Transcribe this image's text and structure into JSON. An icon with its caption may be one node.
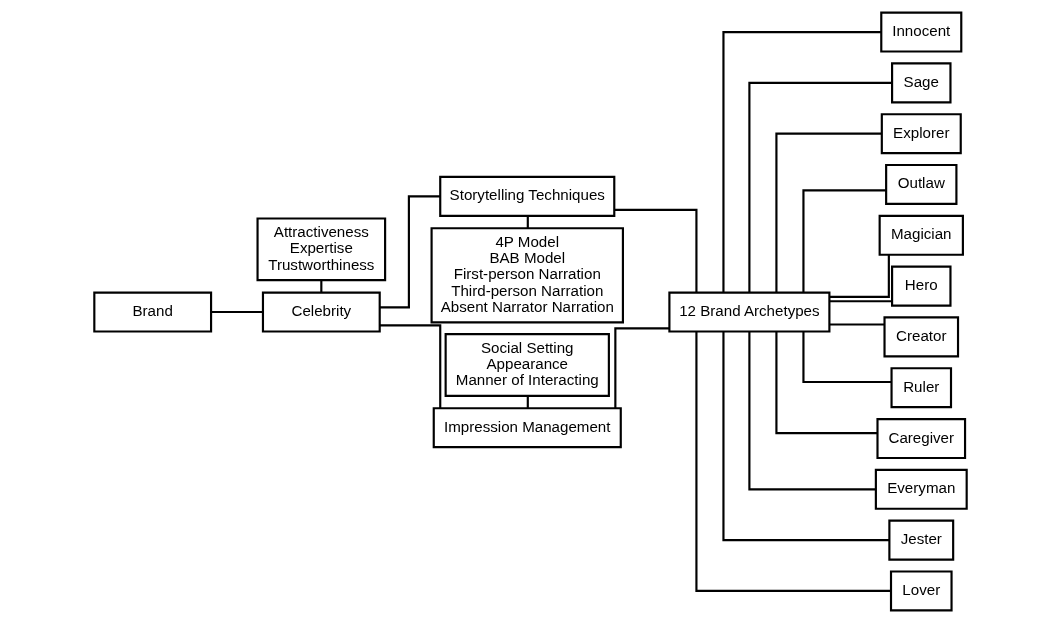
{
  "diagram": {
    "nodes": [
      {
        "text": [
          "Brand"
        ]
      },
      {
        "text": [
          "Celebrity"
        ]
      },
      {
        "text": [
          "Attractiveness",
          "Expertise",
          "Trustworthiness"
        ]
      },
      {
        "text": [
          "Social Setting",
          "Appearance",
          "Manner of Interacting"
        ]
      },
      {
        "text": [
          "Impression Management"
        ]
      },
      {
        "text": [
          "Storytelling Techniques"
        ]
      },
      {
        "text": [
          "4P Model",
          "BAB Model",
          "First-person Narration",
          "Third-person Narration",
          "Absent Narrator Narration"
        ]
      },
      {
        "text": [
          "12 Brand Archetypes"
        ]
      },
      {
        "text": [
          "Innocent"
        ]
      },
      {
        "text": [
          "Sage"
        ]
      },
      {
        "text": [
          "Explorer"
        ]
      },
      {
        "text": [
          "Outlaw"
        ]
      },
      {
        "text": [
          "Magician"
        ]
      },
      {
        "text": [
          "Hero"
        ]
      },
      {
        "text": [
          "Creator"
        ]
      },
      {
        "text": [
          "Ruler"
        ]
      },
      {
        "text": [
          "Caregiver"
        ]
      },
      {
        "text": [
          "Everyman"
        ]
      },
      {
        "text": [
          "Jester"
        ]
      },
      {
        "text": [
          "Lover"
        ]
      }
    ],
    "edges": [
      {
        "from": 0,
        "to": 1,
        "arrow": "none"
      },
      {
        "from": 2,
        "to": 1,
        "arrow": "none"
      },
      {
        "from": 1,
        "to": 4,
        "arrow": "none"
      },
      {
        "from": 1,
        "to": 5,
        "arrow": "none"
      },
      {
        "from": 3,
        "to": 4,
        "arrow": "none"
      },
      {
        "from": 5,
        "to": 6,
        "arrow": "none"
      },
      {
        "from": 4,
        "to": 7,
        "arrow": "none"
      },
      {
        "from": 5,
        "to": 7,
        "arrow": "none"
      },
      {
        "from": 7,
        "to": 8,
        "arrow": "none"
      },
      {
        "from": 7,
        "to": 9,
        "arrow": "none"
      },
      {
        "from": 7,
        "to": 10,
        "arrow": "none"
      },
      {
        "from": 7,
        "to": 11,
        "arrow": "none"
      },
      {
        "from": 7,
        "to": 12,
        "arrow": "none"
      },
      {
        "from": 7,
        "to": 13,
        "arrow": "none"
      },
      {
        "from": 7,
        "to": 14,
        "arrow": "none"
      },
      {
        "from": 7,
        "to": 15,
        "arrow": "none"
      },
      {
        "from": 7,
        "to": 16,
        "arrow": "none"
      },
      {
        "from": 7,
        "to": 17,
        "arrow": "none"
      },
      {
        "from": 7,
        "to": 18,
        "arrow": "none"
      },
      {
        "from": 7,
        "to": 19,
        "arrow": "none"
      }
    ]
  }
}
